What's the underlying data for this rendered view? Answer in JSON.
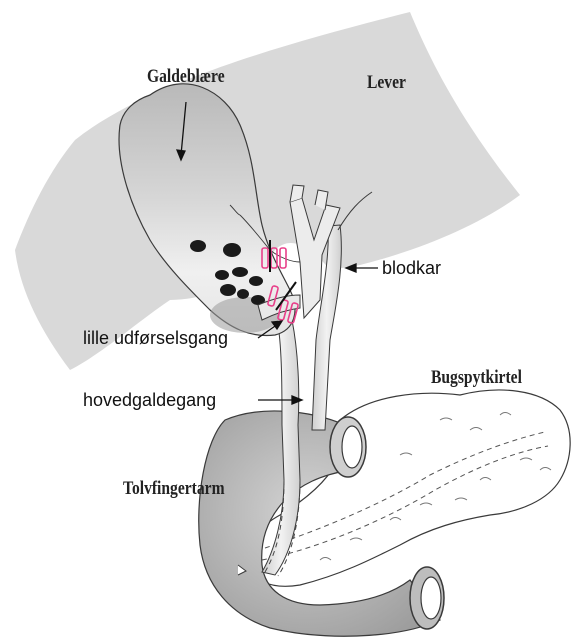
{
  "labels": {
    "gallbladder": "Galdeblære",
    "liver": "Lever",
    "blood_vessel": "blodkar",
    "cystic_duct": "lille udførselsgang",
    "common_bile_duct": "hovedgaldegang",
    "pancreas": "Bugspytkirtel",
    "duodenum": "Tolvfingertarm"
  },
  "colors": {
    "liver_fill": "#d9d9d9",
    "organ_fill": "#cfcfcf",
    "duct_fill": "#e6e6e6",
    "outline": "#3a3a3a",
    "clip_color": "#e8408a",
    "stone_color": "#1a1a1a"
  }
}
